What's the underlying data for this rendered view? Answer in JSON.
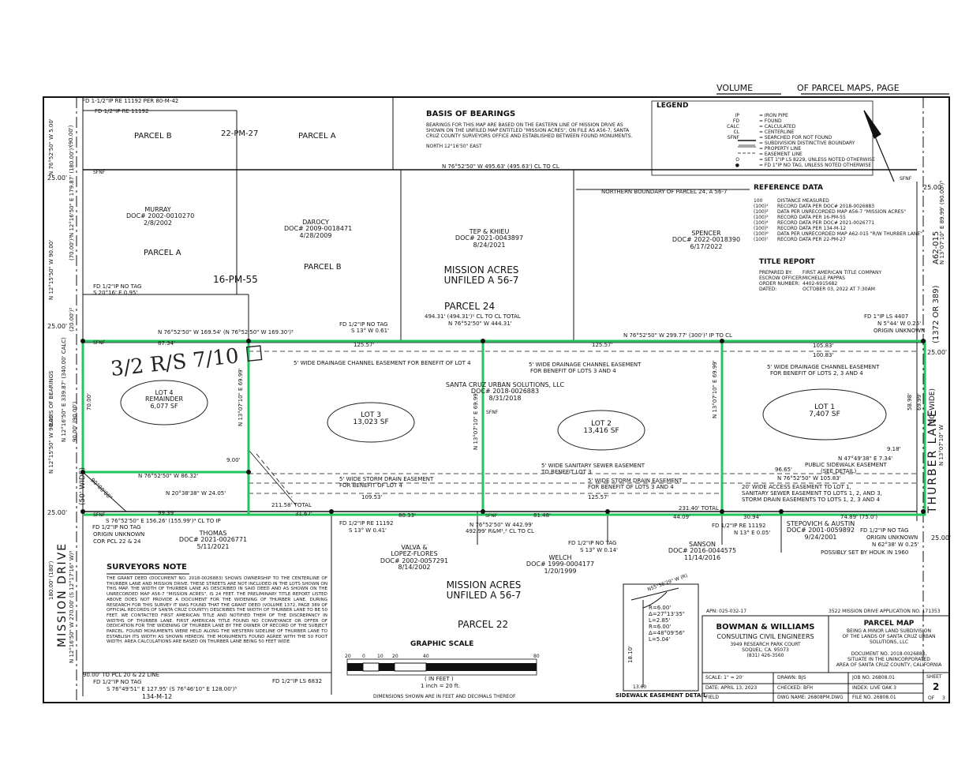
{
  "header": {
    "volume": "VOLUME",
    "parcel_maps_page": "OF PARCEL MAPS, PAGE"
  },
  "top_notes": {
    "fd1": "FD 1-1/2\"IP RE 11192 PER 80-M-42",
    "fd2": "FD 1/2\"IP RE 11192",
    "pm27": "22-PM-27",
    "parcel_b": "PARCEL B",
    "parcel_a": "PARCEL A",
    "bearing_top": "N 76°52'50\" W 495.63' (495.63') CL TO CL",
    "sfnf": "SFNF",
    "sfnf2": "SFNF",
    "sfnf3": "SFNF",
    "sfnf4": "SFNF",
    "left_25": "25.00'",
    "right_25": "25.00'"
  },
  "basis": {
    "title": "BASIS OF BEARINGS",
    "line1": "BEARINGS FOR THIS MAP ARE BASED ON THE EASTERN LINE OF MISSION DRIVE AS",
    "line2": "SHOWN ON THE UNFILED MAP ENTITLED \"MISSION ACRES\", ON FILE AS A56-7, SANTA",
    "line3": "CRUZ COUNTY SURVEYORS OFFICE AND ESTABLISHED BETWEEN FOUND MONUMENTS.",
    "line4": "NORTH 12°16'50\" EAST"
  },
  "legend": {
    "title": "LEGEND",
    "items": [
      {
        "abbr": "IP",
        "desc": "= IRON PIPE"
      },
      {
        "abbr": "FD",
        "desc": "= FOUND"
      },
      {
        "abbr": "CALC",
        "desc": "= CALCULATED"
      },
      {
        "abbr": "CL",
        "desc": "= CENTERLINE"
      },
      {
        "abbr": "SFNF",
        "desc": "= SEARCHED FOR NOT FOUND"
      },
      {
        "abbr": "",
        "desc": "= SUBDIVISION DISTINCTIVE BOUNDARY"
      },
      {
        "abbr": "",
        "desc": "= PROPERTY LINE"
      },
      {
        "abbr": "",
        "desc": "= EASEMENT LINE"
      },
      {
        "abbr": "O",
        "desc": "= SET 1\"IP LS 8229, UNLESS NOTED OTHERWISE"
      },
      {
        "abbr": "●",
        "desc": "= FD 1\"IP NO TAG, UNLESS NOTED OTHERWISE"
      }
    ]
  },
  "reference": {
    "title": "REFERENCE DATA",
    "items": [
      {
        "k": "100",
        "v": "DISTANCE MEASURED"
      },
      {
        "k": "(100)¹",
        "v": "RECORD DATA PER DOC# 2018-0026883"
      },
      {
        "k": "(100)²",
        "v": "DATA PER UNRECORDED MAP A56-7 \"MISSION ACRES\""
      },
      {
        "k": "(100)³",
        "v": "RECORD DATA PER 16-PM-55"
      },
      {
        "k": "(100)⁴",
        "v": "RECORD DATA PER DOC# 2021-0026771"
      },
      {
        "k": "(100)⁵",
        "v": "RECORD DATA PER 134-M-12"
      },
      {
        "k": "(100)⁶",
        "v": "DATA PER UNRECORDED MAP A62-015 \"R/W THURBER LANE\""
      },
      {
        "k": "(100)⁷",
        "v": "RECORD DATA PER 22-PM-27"
      }
    ]
  },
  "title_report": {
    "title": "TITLE REPORT",
    "rows": [
      {
        "k": "PREPARED BY:",
        "v": "FIRST AMERICAN TITLE COMPANY"
      },
      {
        "k": "ESCROW OFFICER:",
        "v": "MICHELLE PAPPAS"
      },
      {
        "k": "ORDER NUMBER:",
        "v": "4402-6915682"
      },
      {
        "k": "DATED:",
        "v": "OCTOBER 03, 2022 AT 7:30AM"
      }
    ]
  },
  "owners": {
    "murray": [
      "MURRAY",
      "DOC# 2002-0010270",
      "2/8/2002"
    ],
    "murray_parcel": "PARCEL A",
    "darocy": [
      "DAROCY",
      "DOC# 2009-0018471",
      "4/28/2009"
    ],
    "darocy_parcel": "PARCEL B",
    "pm55": "16-PM-55",
    "tep": [
      "TEP & KHIEU",
      "DOC# 2021-0043897",
      "8/24/2021"
    ],
    "mission_acres": [
      "MISSION ACRES",
      "UNFILED A 56-7"
    ],
    "parcel24": "PARCEL 24",
    "p24_bearing1": "494.31' (494.31')¹ CL TO CL TOTAL",
    "p24_bearing2": "N 76°52'50\" W 444.31'",
    "spencer": [
      "SPENCER",
      "DOC# 2022-0018390",
      "6/17/2022"
    ],
    "north_boundary": "NORTHERN BOUNDARY OF PARCEL 24, A 56-7",
    "santa_cruz": [
      "SANTA CRUZ URBAN SOLUTIONS, LLC",
      "DOC# 2018-0026883",
      "8/31/2018"
    ],
    "thomas": [
      "THOMAS",
      "DOC# 2021-0026771",
      "5/11/2021"
    ],
    "valva": [
      "VALVA &",
      "LOPEZ-FLORES",
      "DOC# 2002-0057291",
      "8/14/2002"
    ],
    "welch": [
      "WELCH",
      "DOC# 1999-0004177",
      "1/20/1999"
    ],
    "mission_acres_south": [
      "MISSION ACRES",
      "UNFILED A 56-7"
    ],
    "parcel22": "PARCEL 22",
    "sanson": [
      "SANSON",
      "DOC# 2016-0044575",
      "11/14/2016"
    ],
    "stepovich": [
      "STEPOVICH & AUSTIN",
      "DOC# 2001-0059892",
      "9/24/2001"
    ]
  },
  "lots": {
    "lot4": [
      "LOT 4",
      "REMAINDER",
      "6,077 SF"
    ],
    "lot3": [
      "LOT 3",
      "13,023 SF"
    ],
    "lot2": [
      "LOT 2",
      "13,416 SF"
    ],
    "lot1": [
      "LOT 1",
      "7,407 SF"
    ],
    "handwriting": "3/2 R/S 7/10 ☐"
  },
  "lines": {
    "north_seg1": "N 76°52'50\" W 169.54' (N 76°52'50\" W 169.30')³",
    "north_seg2": "N 76°52'50\" W 299.77' (300')³ IP TO CL",
    "fd_notag_mid": "FD 1/2\"IP NO TAG",
    "fd_notag_mid2": "S 13° W 0.61'",
    "fd_notag_left": "FD 1/2\"IP NO TAG",
    "fd_notag_left2": "S 20°16' E 0.95'",
    "fd_ls4407": "FD 1\"IP LS 4407",
    "fd_ls4407_2": "N 5°44' W 0.25'",
    "fd_ls4407_3": "ORIGIN UNKNOWN",
    "d_87": "87.34'",
    "d_125a": "125.57'",
    "d_125b": "125.57'",
    "d_105": "105.83'",
    "d_100": "100.83'",
    "ease1": "5' WIDE DRAINAGE CHANNEL EASEMENT FOR BENEFIT OF LOT 4",
    "ease2a": "5' WIDE DRAINAGE CHANNEL EASEMENT",
    "ease2b": "FOR BENEFIT OF LOTS 3 AND 4",
    "ease3a": "5' WIDE DRAINAGE CHANNEL EASEMENT",
    "ease3b": "FOR BENEFIT OF LOTS 2, 3 AND 4",
    "d_9": "9.00'",
    "lot4_south": "N 76°52'50\" W 86.32'",
    "sewer1": "5' WIDE SANITARY SEWER EASEMENT",
    "sewer2": "TO BENEFIT LOT 3",
    "storm1a": "5' WIDE STORM DRAIN EASEMENT",
    "storm1b": "FOR BENEFIT OF LOT 4",
    "storm2a": "5' WIDE STORM DRAIN EASEMENT",
    "storm2b": "FOR BENEFIT OF LOTS 3 AND 4",
    "d_109": "109.53'",
    "d_125c": "125.57'",
    "n20": "N 20°38'38\" W 24.05'",
    "d_211": "211.58' TOTAL",
    "d_231": "231.40' TOTAL",
    "sidewalk1": "N 47°49'38\" E 7.34'",
    "sidewalk2": "PUBLIC SIDEWALK EASEMENT",
    "sidewalk3": "(SEE DETAIL)",
    "d_918": "9.18'",
    "d_9665": "96.65'",
    "lot1_south": "N 76°52'50\" W 105.83'",
    "access1": "20' WIDE ACCESS EASEMENT TO LOT 1,",
    "access2": "SANITARY SEWER EASEMENT TO LOTS 1, 2, AND 3,",
    "access3": "STORM DRAIN EASEMENTS TO LOTS 1, 2, 3 AND 4",
    "south_main": "S 76°52'50\" E 156.26' (155.99')⁴ CL TO IP",
    "d_9939": "99.39'",
    "d_3167": "31.67'",
    "d_8033": "80.33'",
    "d_8148": "81.48'",
    "d_4409": "44.09'",
    "d_3094": "30.94'",
    "d_7489": "74.89' (75.0')",
    "south_total1": "N 76°52'50\" W 442.99'",
    "south_total2": "492.99' R&M¹,² CL TO CL",
    "fd_re1": "FD 1/2\"IP RE 11192",
    "fd_re1b": "S 13° W 0.41'",
    "fd_origin": "FD 1/2\"IP NO TAG",
    "fd_origin2": "ORIGIN UNKNOWN",
    "fd_origin3": "COR PCL 22 & 24",
    "fd_notag_s": "FD 1/2\"IP NO TAG",
    "fd_notag_s2": "S 13° W 0.14'",
    "fd_re2": "FD 1/2\"IP RE 11192",
    "fd_re2b": "N 13° E 0.05'",
    "fd_right": "FD 1/2\"IP NO TAG",
    "fd_right2": "ORIGIN UNKNOWN",
    "fd_right3": "N 62°38' W 0.25'",
    "houk": "POSSIBLY SET BY HOUK IN 1960",
    "sfnf_s": "SFNF",
    "sfnf_s2": "SFNF",
    "d_90": "90°00'00\"",
    "d_20l": "20.00'",
    "d_20r": "20.00'",
    "d_25bl": "25.00'",
    "d_25br": "25.00'",
    "d_25ml": "25.00'",
    "d_25mr": "25.00'"
  },
  "vertical": {
    "mission_drive": "MISSION DRIVE",
    "fifty_wide": "(50' WIDE)",
    "thurber": "THURBER LANE",
    "thurber_wide": "(50' WIDE)",
    "a62": "A62-015",
    "vol1372": "(1372 OR 389)",
    "left_top": "N 76°52'50\" W 5.00'",
    "left_top2": "(90.00')",
    "left_b": "N 12°16'50\" E 179.87' (180.00')⁵",
    "left_c": "N 12°15'50\" W 90.00'",
    "left_c2": "(70.00')³",
    "left_d": "(20.00')³",
    "basis_v": "BASIS OF BEARINGS",
    "basis_v2": "N 12°16'50\" E 339.87' (340.00' CALC)",
    "basis_v3": "90.00' (90.00')",
    "lot4_w": "70.00'",
    "left_e": "N 12°15'50\" W 90.00'",
    "left_bot": "N 12°16'50\" W 270.00' (S 12°17'16\" W)⁵",
    "left_bot2": "180.00' (180')",
    "lot3_w": "N 13°07'10\" E 69.99'",
    "lot2_w": "N 13°07'10\" E 69.99'",
    "lot1_w": "N 13°07'10\" E 69.99'",
    "right_a": "N 13°07'10\" W",
    "right_b": "N 13°07'10\" E 89.99' (90.00')⁵",
    "d_5898": "58.98'",
    "d_6999": "69.99'"
  },
  "surveyors_note": {
    "title": "SURVEYORS NOTE",
    "body": "THE GRANT DEED (DOCUMENT NO. 2018-0026883) SHOWS OWNERSHIP TO THE CENTERLINE OF THURBER LANE AND MISSION DRIVE. THESE STREETS ARE NOT INCLUDED IN THE LOTS SHOWN ON THIS MAP. THE WIDTH OF THURBER LANE AS DESCRIBED IN SAID DEED AND AS SHOWN ON THE UNRECORDED MAP A56-7 \"MISSION ACRES\", IS 24 FEET. THE PRELIMINARY TITLE REPORT LISTED ABOVE DOES NOT PROVIDE A DOCUMENT FOR THE WIDENING OF THURBER LANE. DURING RESEARCH FOR THIS SURVEY IT WAS FOUND THAT THE GRANT DEED (VOLUME 1372, PAGE 389 OF OFFICIAL RECORDS OF SANTA CRUZ COUNTY) DESCRIBES THE WIDTH OF THURBER LANE TO BE 50 FEET. WE CONTACTED FIRST AMERICAN TITLE AND NOTIFIED THEM OF THE DISCREPANCY IN WIDTHS OF THURBER LANE. FIRST AMERICAN TITLE FOUND NO CONVEYANCE OR OFFER OF DEDICATION FOR THE WIDENING OF THURBER LANE BY THE OWNER OF RECORD OF THE SUBJECT PARCEL. FOUND MONUMENTS WERE HELD ALONG THE WESTERN SIDELINE OF THURBER LANE TO ESTABLISH ITS WIDTH AS SHOWN HEREON. THE MONUMENTS FOUND AGREE WITH THE 50 FOOT WIDTH. AREA CALCULATIONS ARE BASED ON THURBER LANE BEING 50 FEET WIDE."
  },
  "graphic_scale": {
    "title": "GRAPHIC SCALE",
    "ticks": [
      "20",
      "0",
      "10",
      "20",
      "40",
      "80"
    ],
    "unit": "( IN FEET )",
    "ratio": "1 inch = 20 ft.",
    "note": "DIMENSIONS SHOWN ARE IN FEET AND DECIMALS THEREOF"
  },
  "bottom_left": {
    "line1": "90.00' TO PCL 20 & 22 LINE",
    "line2": "FD 1/2\"IP NO TAG",
    "line3": "S 76°49'51\" E 127.95' (S 76°46'10\" E 128.00')⁵",
    "line4": "FD 1/2\"IP LS 6832",
    "line5": "134-M-12"
  },
  "sidewalk_detail": {
    "label": "SIDEWALK EASEMENT DETAIL",
    "brg": "N55°56'29\" W (R)",
    "curve": [
      "R=6.00'",
      "Δ=27°13'35\"",
      "L=2.85'",
      "R=6.00'",
      "Δ=48°09'56\"",
      "L=5.04'"
    ],
    "d1": "18.10'",
    "d2": "13.60"
  },
  "title_block": {
    "apn": "APN: 025-032-17",
    "app": "3522 MISSION DRIVE APPLICATION NO. 171353",
    "firm": "BOWMAN & WILLIAMS",
    "firm2": "CONSULTING CIVIL ENGINEERS",
    "addr1": "3949 RESEARCH PARK COURT",
    "addr2": "SOQUEL, CA. 95073",
    "phone": "(831) 426-3560",
    "map_title": "PARCEL MAP",
    "map_desc1": "BEING A MINOR LAND SUBDIVISION",
    "map_desc2": "OF THE LANDS OF SANTA CRUZ URBAN",
    "map_desc3": "SOLUTIONS, LLC",
    "map_desc4": "DOCUMENT NO. 2018-0026883,",
    "map_desc5": "SITUATE IN THE UNINCORPORATED",
    "map_desc6": "AREA OF SANTA CRUZ COUNTY, CALIFORNIA",
    "scale": "SCALE: 1\" = 20'",
    "date": "DATE: APRIL 13, 2023",
    "field": "FIELD",
    "drawn": "DRAWN: BJS",
    "checked": "CHECKED: BFH",
    "dwg": "DWG NAME: 26808PM.DWG",
    "job": "JOB NO. 26808.01",
    "index": "INDEX: LIVE OAK 3",
    "file": "FILE NO. 26808.01",
    "sheet": "SHEET",
    "sheet_no": "2",
    "of": "OF",
    "of_no": "3"
  },
  "colors": {
    "lot_boundary": "#22c55e",
    "ink": "#111111"
  }
}
